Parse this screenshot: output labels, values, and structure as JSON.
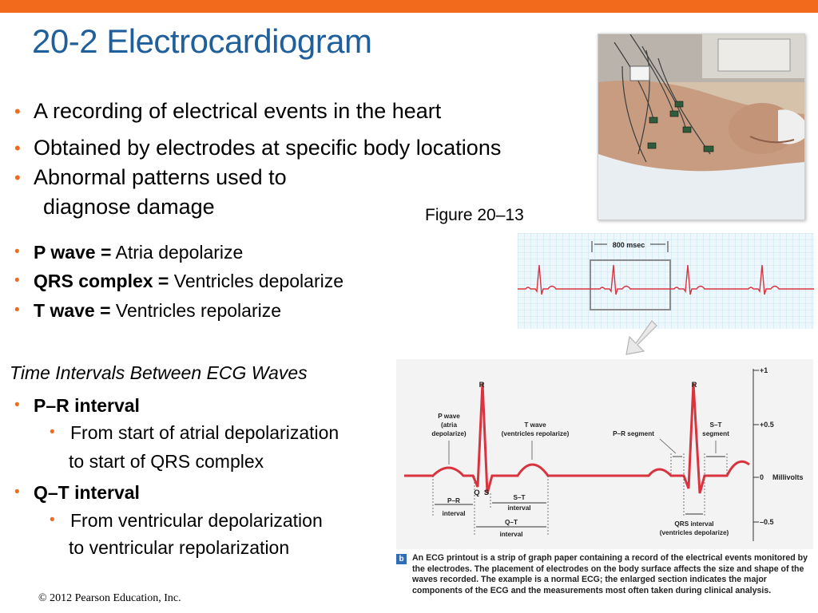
{
  "slide": {
    "title": "20-2 Electrocardiogram",
    "accent_color": "#f26b1d",
    "title_color": "#1f5f9b"
  },
  "bullets_top": [
    "A recording of electrical events in the heart",
    "Obtained by electrodes at specific body locations",
    "Abnormal patterns used to",
    "diagnose damage"
  ],
  "waves": [
    {
      "term": "P wave =",
      "desc": " Atria depolarize"
    },
    {
      "term": "QRS complex =",
      "desc": " Ventricles depolarize"
    },
    {
      "term": "T wave =",
      "desc": " Ventricles repolarize"
    }
  ],
  "intervals": {
    "heading": "Time Intervals Between ECG Waves",
    "pr": {
      "label": "P–R interval",
      "sub_line1": "From start of atrial depolarization",
      "sub_line2": "to start of QRS complex"
    },
    "qt": {
      "label": "Q–T interval",
      "sub_line1": "From ventricular depolarization",
      "sub_line2": "to ventricular repolarization"
    }
  },
  "figure": {
    "caption": "Figure 20–13",
    "strip_label": "800 msec",
    "detail": {
      "axis_ticks": [
        "+1",
        "+0.5",
        "0",
        "–0.5"
      ],
      "axis_unit": "Millivolts",
      "labels": {
        "r": "R",
        "q": "Q",
        "s": "S",
        "p_wave": "P wave",
        "p_wave_sub1": "(atria",
        "p_wave_sub2": "depolarize)",
        "t_wave": "T wave",
        "t_wave_sub": "(ventricles repolarize)",
        "pr_segment": "P–R segment",
        "st_segment": "S–T",
        "st_segment_2": "segment",
        "pr_interval": "P–R",
        "pr_interval_2": "interval",
        "st_interval": "S–T",
        "st_interval_2": "interval",
        "qt_interval": "Q–T",
        "qt_interval_2": "interval",
        "qrs_interval": "QRS interval",
        "qrs_interval_2": "(ventricles depolarize)"
      }
    },
    "panel_badge": "b",
    "panel_caption": "An ECG printout is a strip of graph paper containing a record of the electrical events monitored by the electrodes. The placement of electrodes on the body surface affects the size and shape of the waves recorded. The example is a normal ECG; the enlarged section indicates the major components of the ECG and the measurements most often taken during clinical analysis."
  },
  "footer": {
    "copyright": "© 2012 Pearson Education, Inc."
  }
}
